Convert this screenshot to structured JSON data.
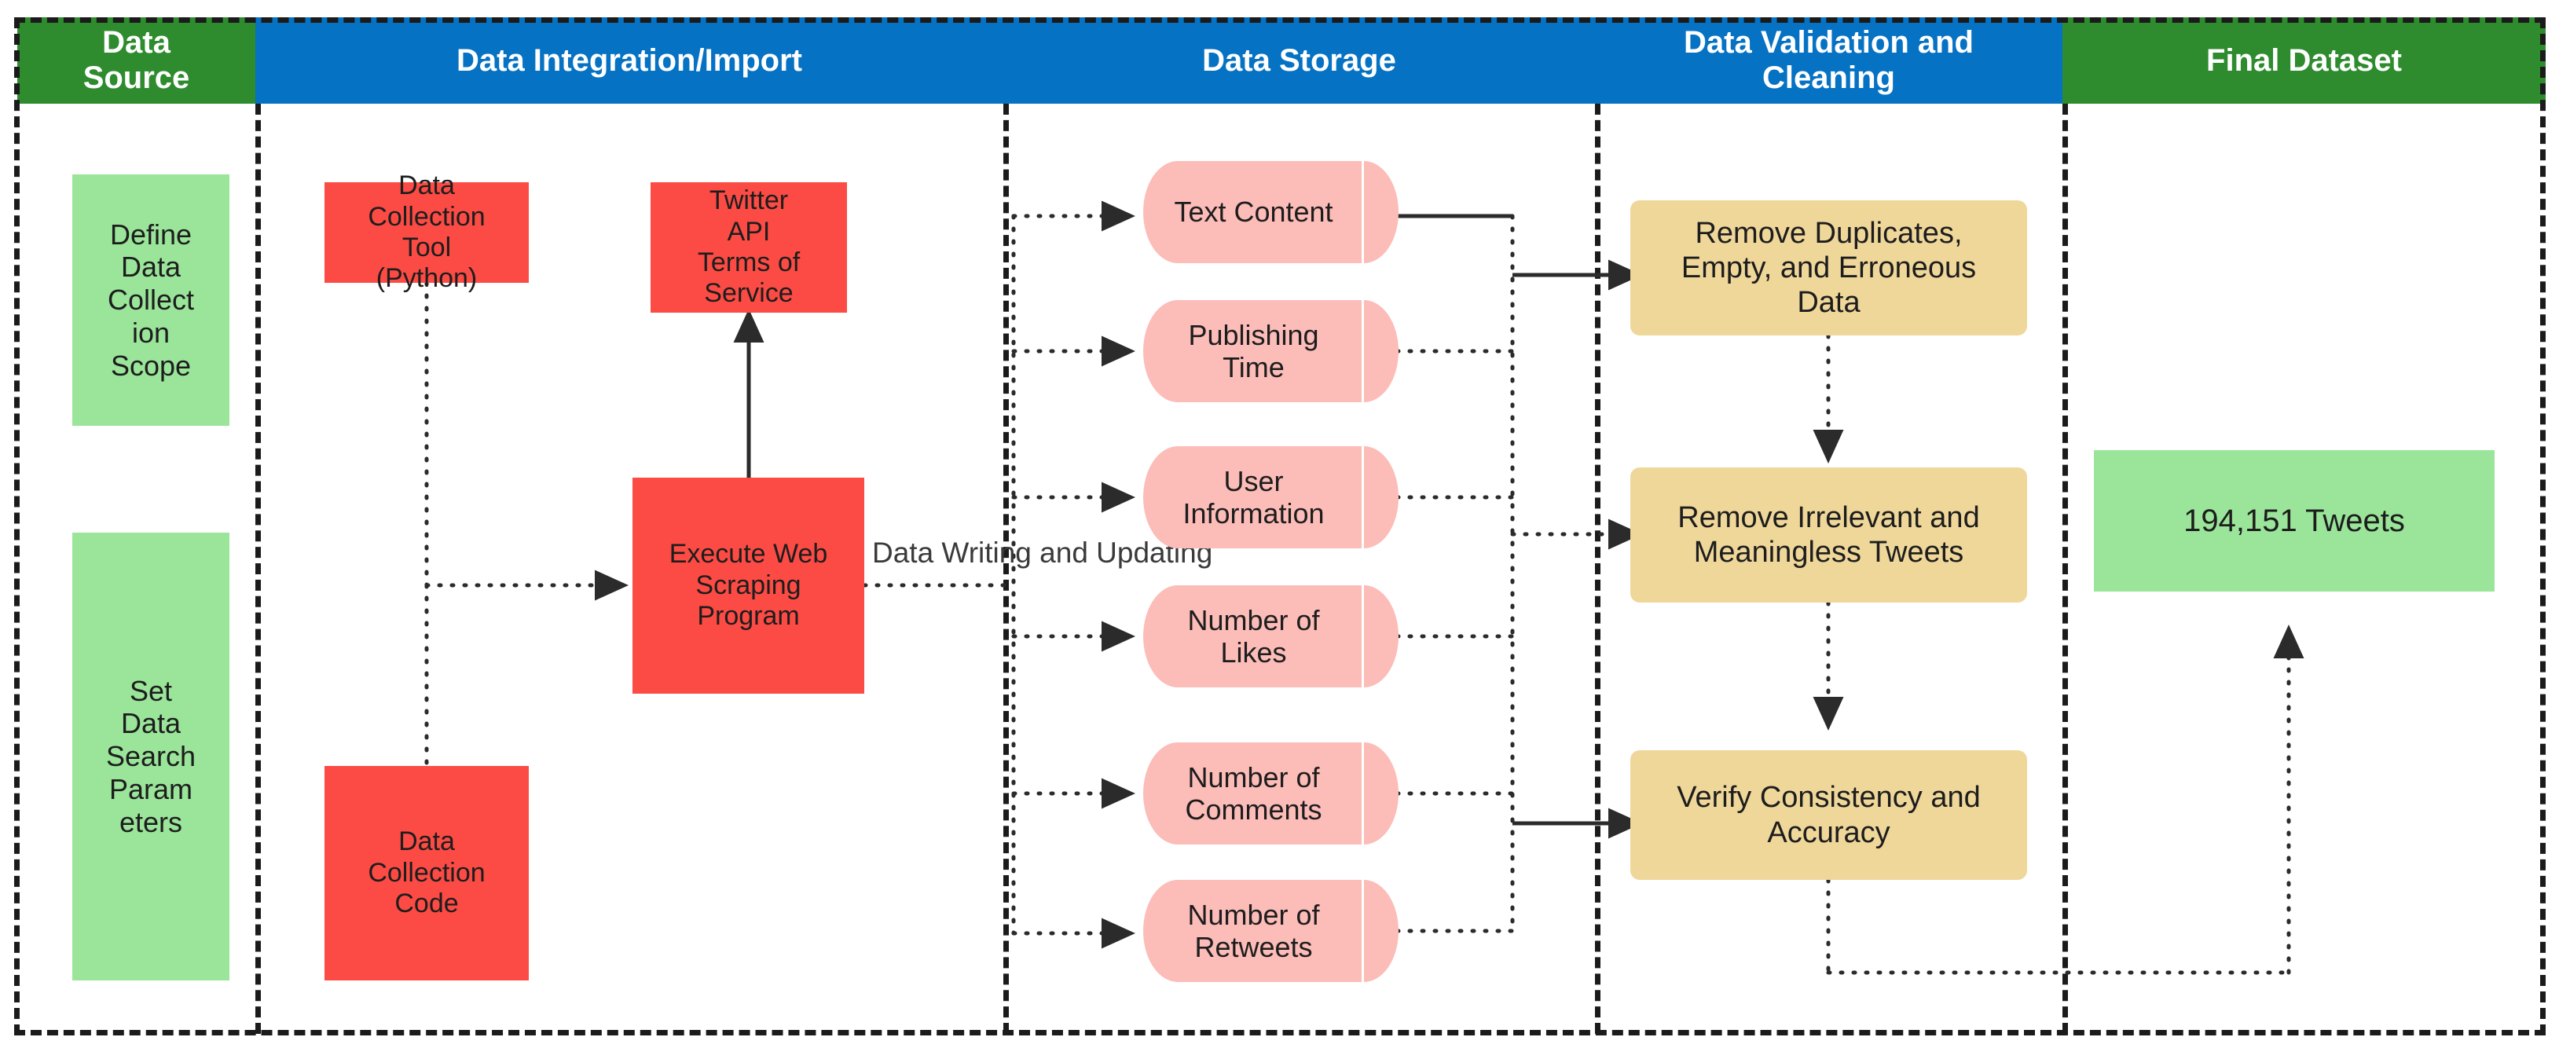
{
  "diagram": {
    "title": "Twitter Data Collection and Cleaning Pipeline",
    "colors": {
      "header_green": "#2E8B2E",
      "header_blue": "#0672C3",
      "node_green": "#9AE59A",
      "node_red": "#FB4B44",
      "node_pink": "#FCBCB8",
      "node_tan": "#EFD79A",
      "line": "#1b1b1b"
    }
  },
  "lanes": [
    {
      "id": "data-source",
      "label": "Data\nSource",
      "header_color": "#2E8B2E"
    },
    {
      "id": "data-integration",
      "label": "Data Integration/Import",
      "header_color": "#0672C3"
    },
    {
      "id": "data-storage",
      "label": "Data Storage",
      "header_color": "#0672C3"
    },
    {
      "id": "data-validation",
      "label": "Data Validation and\nCleaning",
      "header_color": "#0672C3"
    },
    {
      "id": "final-dataset",
      "label": "Final Dataset",
      "header_color": "#2E8B2E"
    }
  ],
  "nodes": {
    "define_scope": {
      "label": "Define\nData\nCollect\nion\nScope",
      "shape": "rect",
      "fill": "#9AE59A"
    },
    "set_params": {
      "label": "Set\nData\nSearch\nParam\neters",
      "shape": "rect",
      "fill": "#9AE59A"
    },
    "collection_tool": {
      "label": "Data\nCollection\nTool\n(Python)",
      "shape": "rect",
      "fill": "#FB4B44"
    },
    "twitter_tos": {
      "label": "Twitter\nAPI\nTerms of\nService",
      "shape": "rect",
      "fill": "#FB4B44"
    },
    "execute_scraper": {
      "label": "Execute Web\nScraping\nProgram",
      "shape": "rect",
      "fill": "#FB4B44"
    },
    "collection_code": {
      "label": "Data\nCollection\nCode",
      "shape": "rect",
      "fill": "#FB4B44"
    },
    "text_content": {
      "label": "Text Content",
      "shape": "cylinder",
      "fill": "#FCBCB8"
    },
    "publishing_time": {
      "label": "Publishing\nTime",
      "shape": "cylinder",
      "fill": "#FCBCB8"
    },
    "user_information": {
      "label": "User\nInformation",
      "shape": "cylinder",
      "fill": "#FCBCB8"
    },
    "number_likes": {
      "label": "Number of\nLikes",
      "shape": "cylinder",
      "fill": "#FCBCB8"
    },
    "number_comments": {
      "label": "Number of\nComments",
      "shape": "cylinder",
      "fill": "#FCBCB8"
    },
    "number_retweets": {
      "label": "Number of\nRetweets",
      "shape": "cylinder",
      "fill": "#FCBCB8"
    },
    "remove_duplicates": {
      "label": "Remove Duplicates,\nEmpty, and Erroneous\nData",
      "shape": "round-rect",
      "fill": "#EFD79A"
    },
    "remove_irrelevant": {
      "label": "Remove Irrelevant and\nMeaningless Tweets",
      "shape": "round-rect",
      "fill": "#EFD79A"
    },
    "verify_accuracy": {
      "label": "Verify Consistency and\nAccuracy",
      "shape": "round-rect",
      "fill": "#EFD79A"
    },
    "final_dataset": {
      "label": "194,151 Tweets",
      "shape": "rect",
      "fill": "#9AE59A"
    }
  },
  "edge_labels": {
    "data_writing": "Data Writing and Updating"
  }
}
